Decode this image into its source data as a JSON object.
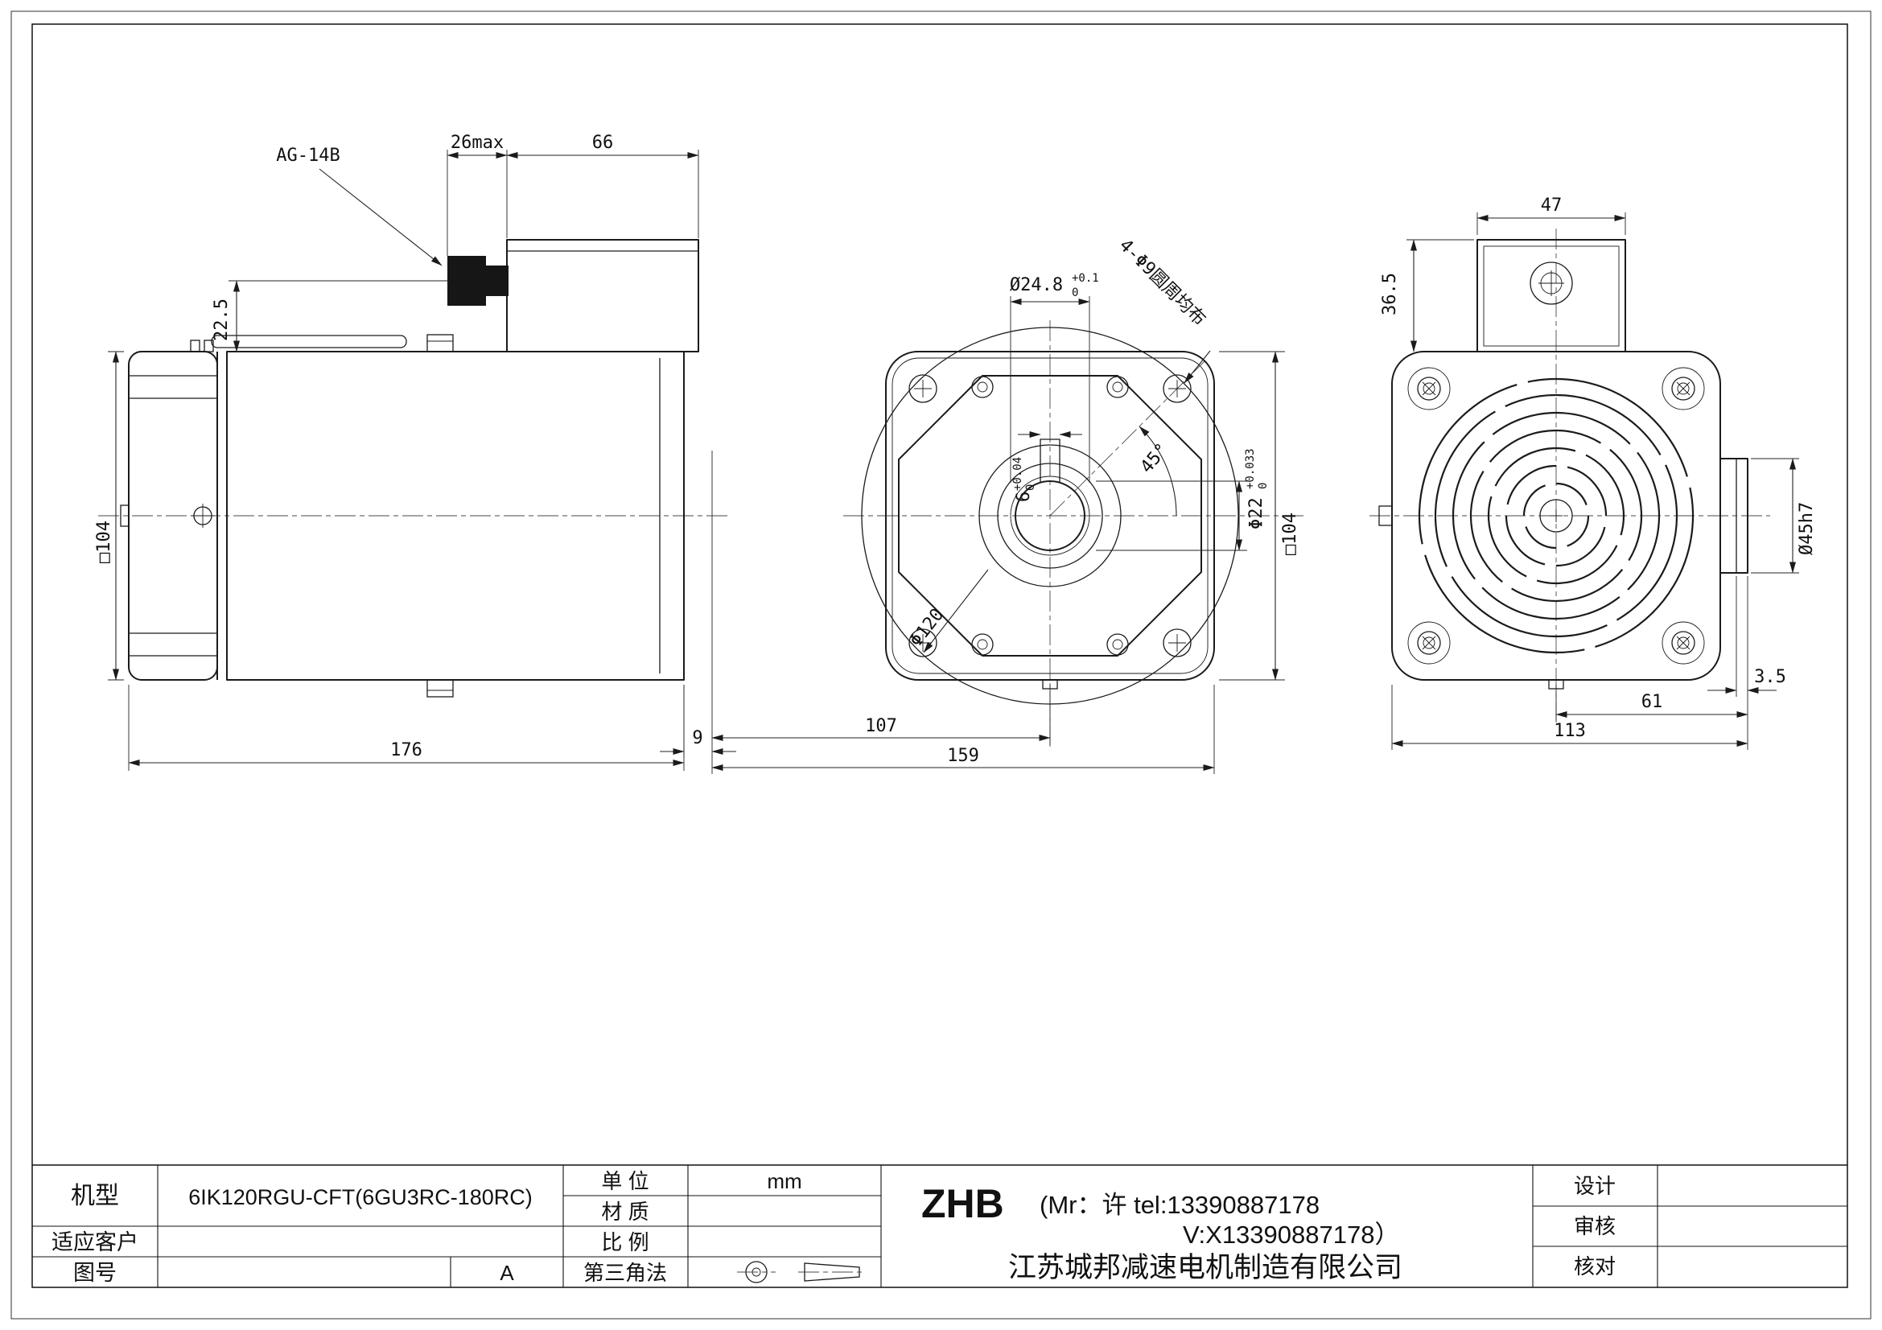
{
  "drawing": {
    "side": {
      "gland_label": "AG-14B",
      "gland_length": "26max",
      "box_length": "66",
      "gland_height": "22.5",
      "frame_square": "□104",
      "total_length": "176",
      "flange_offset": "9"
    },
    "front": {
      "bore": "Ø24.8",
      "bore_tol_upper": "+0.1",
      "bore_tol_lower": "0",
      "key_width": "6",
      "key_tol_upper": "+0.04",
      "key_tol_lower": "0",
      "shaft": "Φ22",
      "shaft_tol_upper": "+0.033",
      "shaft_tol_lower": "0",
      "corner_angle": "45°",
      "holes_note": "4-Φ9圆周均布",
      "frame_square": "□104",
      "center_offset": "107",
      "overall": "159",
      "boss_circle": "Φ120"
    },
    "rear": {
      "box_width": "47",
      "box_height": "36.5",
      "spigot": "Ø45h7",
      "spigot_depth": "3.5",
      "center_to_face": "61",
      "overall_width": "113"
    }
  },
  "title_block": {
    "model_label": "机型",
    "model_value": "6IK120RGU-CFT(6GU3RC-180RC)",
    "customer_label": "适应客户",
    "drawing_no_label": "图号",
    "revision": "A",
    "unit_label": "单  位",
    "unit_value": "mm",
    "material_label": "材  质",
    "scale_label": "比  例",
    "projection_label": "第三角法",
    "brand": "ZHB",
    "contact_line1": "(Mr：许 tel:13390887178",
    "contact_line2": "V:X13390887178）",
    "company": "江苏城邦减速电机制造有限公司",
    "design_label": "设计",
    "review_label": "审核",
    "check_label": "核对"
  }
}
